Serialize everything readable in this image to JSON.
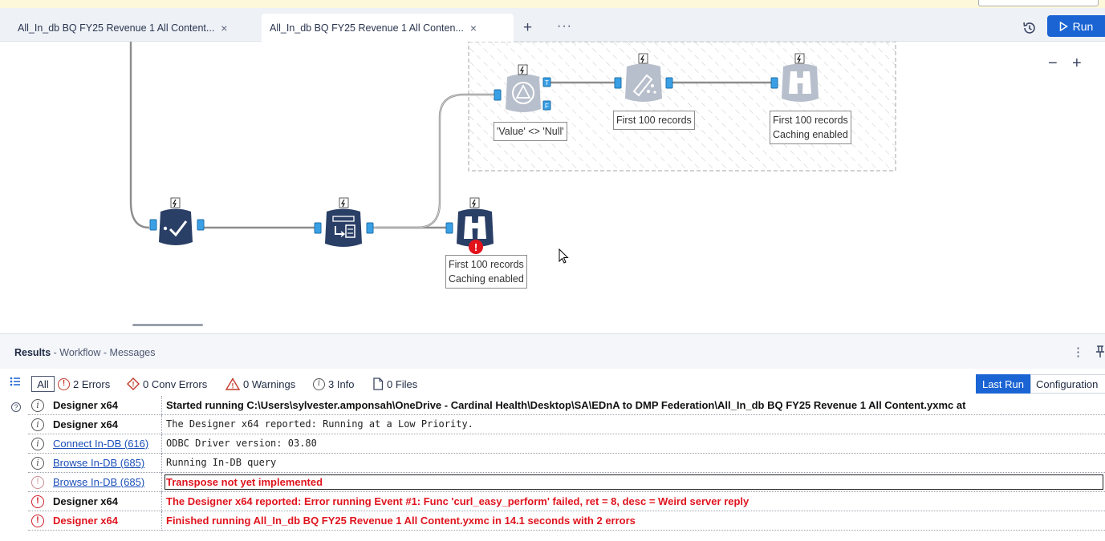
{
  "tabs": [
    {
      "label": "All_In_db BQ FY25  Revenue 1 All Content...",
      "close": "×"
    },
    {
      "label": "All_In_db BQ FY25  Revenue 1 All Conten...",
      "close": "×"
    }
  ],
  "tabbar": {
    "new_tab": "+",
    "more": "···",
    "history_icon": "history-icon"
  },
  "run_button": {
    "label": "Run",
    "icon": "play-icon"
  },
  "zoom": {
    "minus": "−",
    "plus": "+"
  },
  "canvas": {
    "annotations": {
      "filter_expr": "'Value' <> 'Null'",
      "sample_label": "First 100 records",
      "browse_top_line1": "First 100 records",
      "browse_top_line2": "Caching enabled",
      "browse_main_line1": "First 100 records",
      "browse_main_line2": "Caching enabled"
    },
    "anchor_true": "T",
    "anchor_false": "F",
    "error_badge": "!"
  },
  "results": {
    "title": "Results",
    "breadcrumb": " - Workflow - Messages",
    "menu": "⋮",
    "pin": "📌"
  },
  "filters": {
    "all": "All",
    "errors": "2 Errors",
    "conv_errors": "0 Conv Errors",
    "warnings": "0 Warnings",
    "info": "3 Info",
    "files": "0 Files"
  },
  "run_views": {
    "last_run": "Last Run",
    "configuration": "Configuration"
  },
  "messages": [
    {
      "type": "info",
      "source": "Designer x64",
      "text": "Started running C:\\Users\\sylvester.amponsah\\OneDrive - Cardinal Health\\Desktop\\SA\\EDnA to DMP Federation\\All_In_db BQ FY25  Revenue 1 All Content.yxmc at"
    },
    {
      "type": "info",
      "source": "Designer x64",
      "text": "The Designer x64 reported: Running at a Low Priority."
    },
    {
      "type": "info",
      "source": "Connect In-DB (616)",
      "text": "ODBC Driver version: 03.80"
    },
    {
      "type": "info",
      "source": "Browse In-DB (685)",
      "text": "Running In-DB query"
    },
    {
      "type": "error",
      "source": "Browse In-DB (685)",
      "text": "Transpose not yet implemented"
    },
    {
      "type": "error",
      "source": "Designer x64",
      "text": "The Designer x64 reported: Error running Event #1: Func 'curl_easy_perform' failed, ret = 8, desc = Weird server reply"
    },
    {
      "type": "error",
      "source": "Designer x64",
      "text": "Finished running All_In_db BQ FY25  Revenue 1 All Content.yxmc in 14.1 seconds with 2 errors"
    }
  ],
  "colors": {
    "accent": "#1a64d4",
    "error": "#e0141e",
    "tool_navy": "#2a3f66",
    "tool_faded": "#b8bfcc",
    "anchor": "#3aa0e6"
  }
}
